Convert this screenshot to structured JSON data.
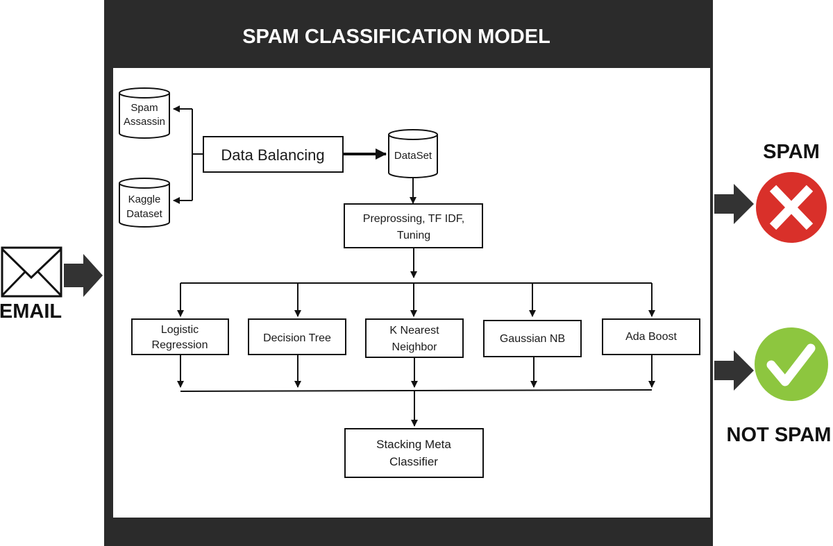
{
  "title": "SPAM CLASSIFICATION MODEL",
  "input": {
    "label": "EMAIL",
    "icon": "envelope-icon"
  },
  "datasets": {
    "spam_assassin": [
      "Spam",
      "Assassin"
    ],
    "kaggle": [
      "Kaggle",
      "Dataset"
    ],
    "merged": "DataSet"
  },
  "steps": {
    "balancing": "Data Balancing",
    "preprocessing": [
      "Preprossing, TF IDF,",
      "Tuning"
    ],
    "meta": [
      "Stacking Meta",
      "Classifier"
    ]
  },
  "classifiers": [
    [
      "Logistic",
      "Regression"
    ],
    [
      "Decision Tree"
    ],
    [
      "K Nearest",
      "Neighbor"
    ],
    [
      "Gaussian NB"
    ],
    [
      "Ada Boost"
    ]
  ],
  "outputs": {
    "spam": {
      "label": "SPAM",
      "icon": "x-mark-icon",
      "color": "#d9302a"
    },
    "not_spam": {
      "label": "NOT SPAM",
      "icon": "check-mark-icon",
      "color": "#8dc63f"
    }
  },
  "colors": {
    "frame": "#2b2b2b",
    "arrow": "#333333",
    "line": "#111111"
  }
}
